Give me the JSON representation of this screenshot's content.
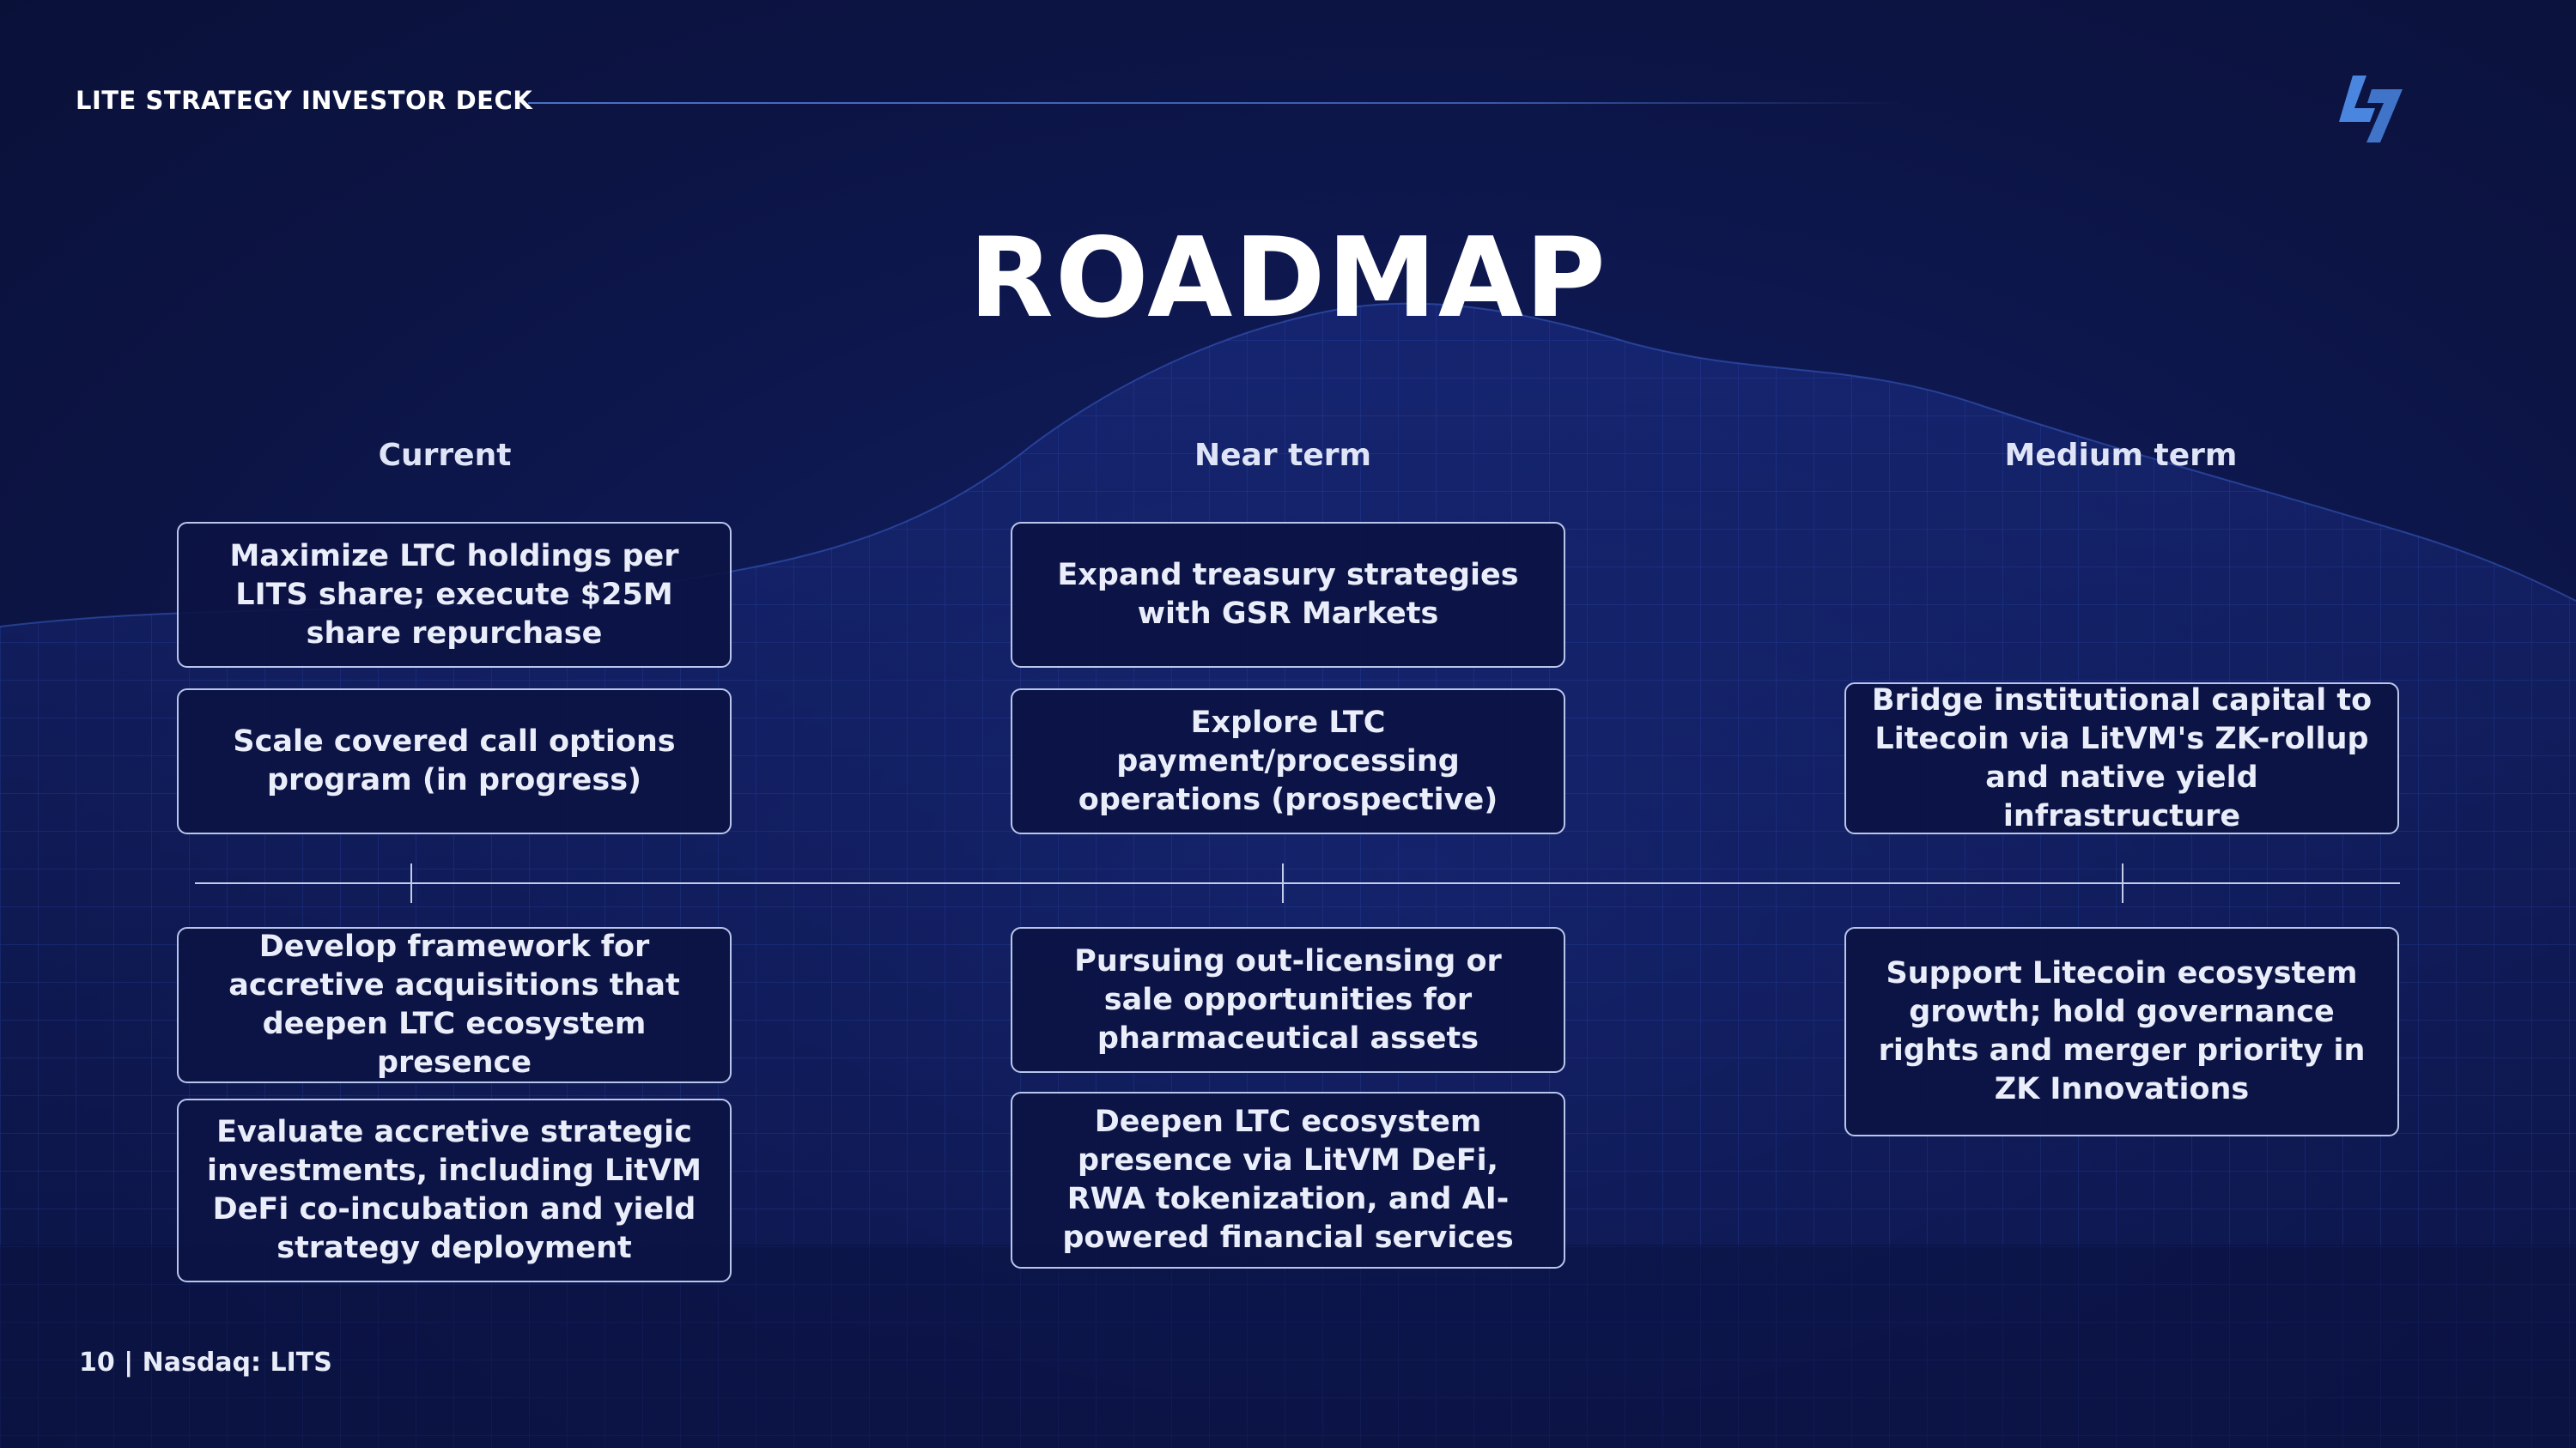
{
  "header": {
    "title": "LITE STRATEGY INVESTOR DECK",
    "logo_icon": "lits-logo-icon"
  },
  "page_title": "ROADMAP",
  "columns": [
    {
      "heading": "Current",
      "above": [
        "Maximize LTC holdings per LITS share; execute $25M share repurchase",
        "Scale covered call options program (in progress)"
      ],
      "below": [
        "Develop framework for accretive acquisitions that deepen LTC ecosystem presence",
        "Evaluate accretive strategic investments, including LitVM DeFi co-incubation and yield strategy deployment"
      ]
    },
    {
      "heading": "Near term",
      "above": [
        "Expand treasury strategies with GSR Markets",
        "Explore LTC payment/processing operations (prospective)"
      ],
      "below": [
        "Pursuing out-licensing or sale opportunities for pharmaceutical assets",
        "Deepen LTC ecosystem presence via LitVM DeFi, RWA tokenization, and AI-powered financial services"
      ]
    },
    {
      "heading": "Medium term",
      "above": [
        "Bridge institutional capital to Litecoin via LitVM's ZK-rollup and native yield infrastructure"
      ],
      "below": [
        "Support Litecoin ecosystem growth; hold governance rights and merger priority in ZK Innovations"
      ]
    }
  ],
  "footer": {
    "page_number": "10",
    "separator": "|",
    "ticker": "Nasdaq: LITS"
  },
  "colors": {
    "background": "#0d1540",
    "card_border": "#b9c6ec",
    "accent_blue": "#4a86e0",
    "text": "#eef1fb"
  }
}
